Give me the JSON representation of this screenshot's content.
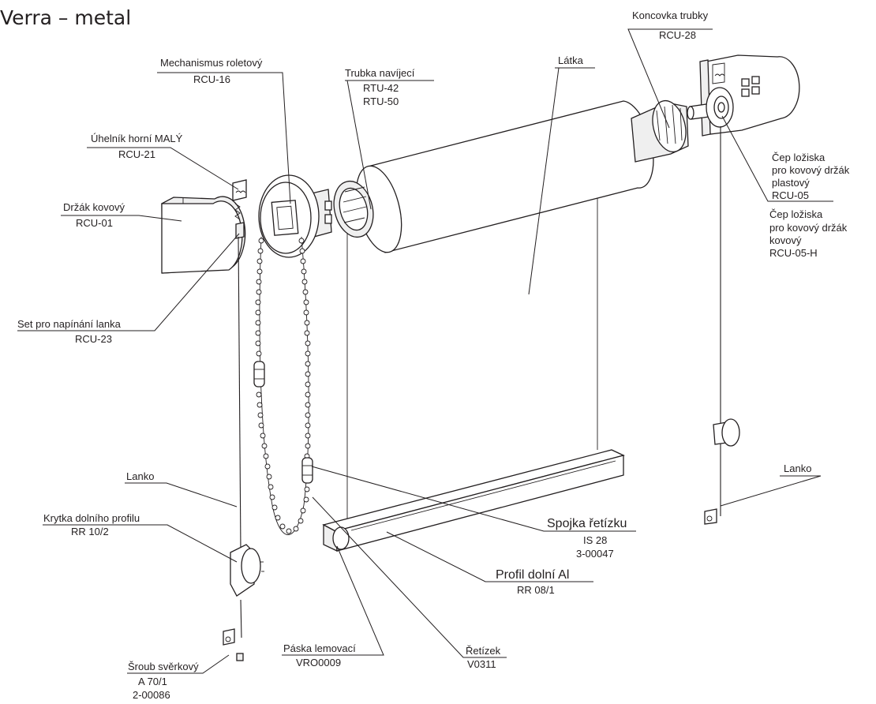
{
  "title": "Verra – metal",
  "labels": {
    "koncovka": {
      "name": "Koncovka trubky",
      "code": "RCU-28"
    },
    "mechanismus": {
      "name": "Mechanismus roletový",
      "code": "RCU-16"
    },
    "trubka": {
      "name": "Trubka navíjecí",
      "code1": "RTU-42",
      "code2": "RTU-50"
    },
    "latka": {
      "name": "Látka"
    },
    "uhelnik": {
      "name": "Úhelník horní MALÝ",
      "code": "RCU-21"
    },
    "drzak": {
      "name": "Držák kovový",
      "code": "RCU-01"
    },
    "cep_plast": {
      "line1": "Čep ložiska",
      "line2": "pro kovový držák",
      "line3": "plastový",
      "code": "RCU-05"
    },
    "cep_kov": {
      "line1": "Čep ložiska",
      "line2": "pro kovový držák",
      "line3": "kovový",
      "code": "RCU-05-H"
    },
    "set": {
      "name": "Set pro napínání lanka",
      "code": "RCU-23"
    },
    "lanko_left": {
      "name": "Lanko"
    },
    "lanko_right": {
      "name": "Lanko"
    },
    "krytka": {
      "name": "Krytka dolního profilu",
      "code": "RR 10/2"
    },
    "spojka": {
      "name": "Spojka řetízku",
      "code1": "IS 28",
      "code2": "3-00047"
    },
    "profil": {
      "name": "Profil dolní Al",
      "code": "RR 08/1"
    },
    "paska": {
      "name": "Páska lemovací",
      "code": "VRO0009"
    },
    "retizek": {
      "name": "Řetízek",
      "code": "V0311"
    },
    "sroub": {
      "name": "Šroub svěrkový",
      "code1": "A 70/1",
      "code2": "2-00086"
    }
  }
}
